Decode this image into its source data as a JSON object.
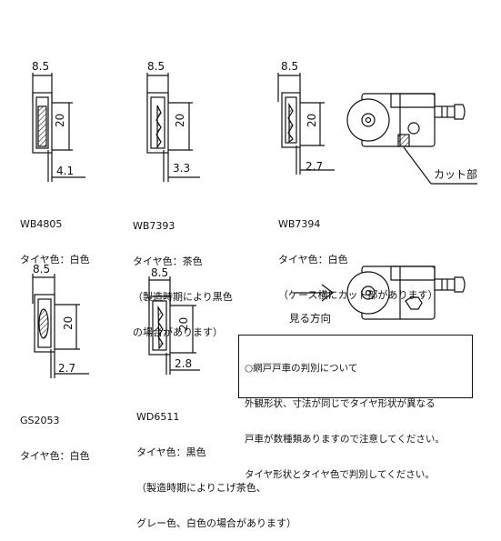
{
  "dim_width": "8.5",
  "dim_height": "20",
  "parts": [
    {
      "code": "WB4805",
      "desc": [
        "タイヤ色：白色"
      ],
      "gap": "4.1"
    },
    {
      "code": "WB7393",
      "desc": [
        "タイヤ色：茶色",
        "（製造時期により黒色",
        "の場合があります）"
      ],
      "gap": "3.3"
    },
    {
      "code": "WB7394",
      "desc": [
        "タイヤ色：白色",
        "（ケース横にカット部があります）"
      ],
      "gap": "2.7"
    },
    {
      "code": "GS2053",
      "desc": [
        "タイヤ色：白色"
      ],
      "gap": "2.7"
    },
    {
      "code": "WD6511",
      "desc": [
        "タイヤ色：黒色",
        "（製造時期によりこげ茶色、",
        "グレー色、白色の場合があります）"
      ],
      "gap": "2.8"
    }
  ],
  "cut_label": "カット部",
  "view_label": "見る方向",
  "note_lines": [
    "○網戸戸車の判別について",
    "外観形状、寸法が同じでタイヤ形状が異なる",
    "戸車が数種類ありますので注意してください。",
    "タイヤ形状とタイヤ色で判別してください。"
  ]
}
